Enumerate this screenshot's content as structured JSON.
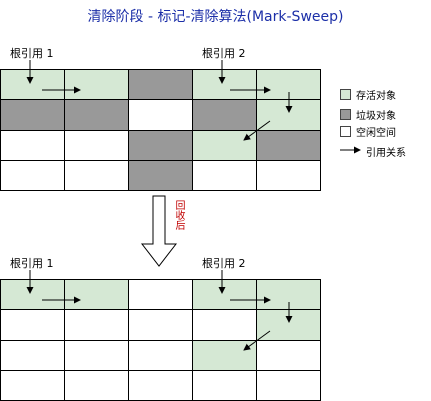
{
  "title": "清除阶段 - 标记-清除算法(Mark-Sweep)",
  "before": {
    "root_labels": [
      "根引用 1",
      "根引用 2"
    ],
    "cells": [
      [
        "live",
        "live",
        "garbage",
        "live",
        "live"
      ],
      [
        "garbage",
        "garbage",
        "free",
        "garbage",
        "live"
      ],
      [
        "free",
        "free",
        "garbage",
        "live",
        "garbage"
      ],
      [
        "free",
        "free",
        "garbage",
        "free",
        "free"
      ]
    ]
  },
  "after": {
    "root_labels": [
      "根引用 1",
      "根引用 2"
    ],
    "cells": [
      [
        "live",
        "live",
        "free",
        "live",
        "live"
      ],
      [
        "free",
        "free",
        "free",
        "free",
        "live"
      ],
      [
        "free",
        "free",
        "free",
        "live",
        "free"
      ],
      [
        "free",
        "free",
        "free",
        "free",
        "free"
      ]
    ]
  },
  "transition_label": "回收后",
  "legend": [
    {
      "key": "live",
      "label": "存活对象",
      "color": "#d5e8d4"
    },
    {
      "key": "garbage",
      "label": "垃圾对象",
      "color": "#999999"
    },
    {
      "key": "free",
      "label": "空闲空间",
      "color": "#ffffff"
    },
    {
      "key": "arrow",
      "label": "引用关系"
    }
  ],
  "colors": {
    "title": "#1c2fa8",
    "transition_label": "#c00000",
    "live": "#d5e8d4",
    "garbage": "#999999"
  }
}
